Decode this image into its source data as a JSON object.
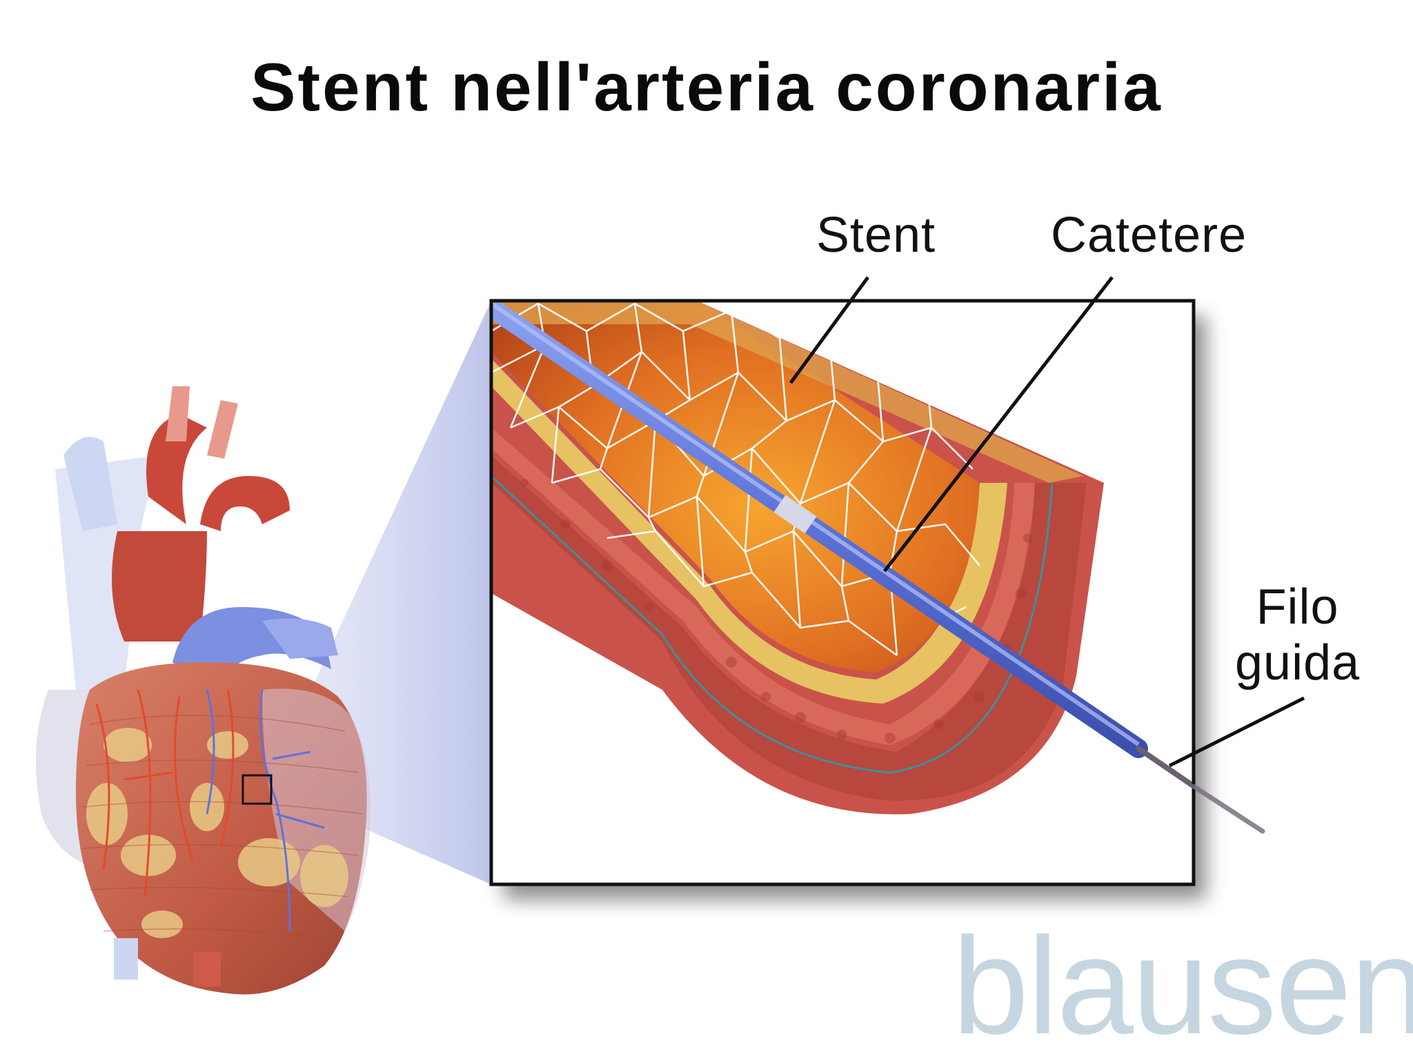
{
  "title": "Stent nell'arteria coronaria",
  "labels": {
    "stent": "Stent",
    "catetere": "Catetere",
    "filo_line1": "Filo",
    "filo_line2": "guida"
  },
  "logo": "blausen",
  "colors": {
    "artery_wall": "#c9534a",
    "artery_inner": "#e8883a",
    "plaque": "#e6c262",
    "catheter": "#5b72d6",
    "heart_muscle": "#c8664f",
    "vessel_blue": "#8fa0e6",
    "logo": "#c6d6e1"
  }
}
